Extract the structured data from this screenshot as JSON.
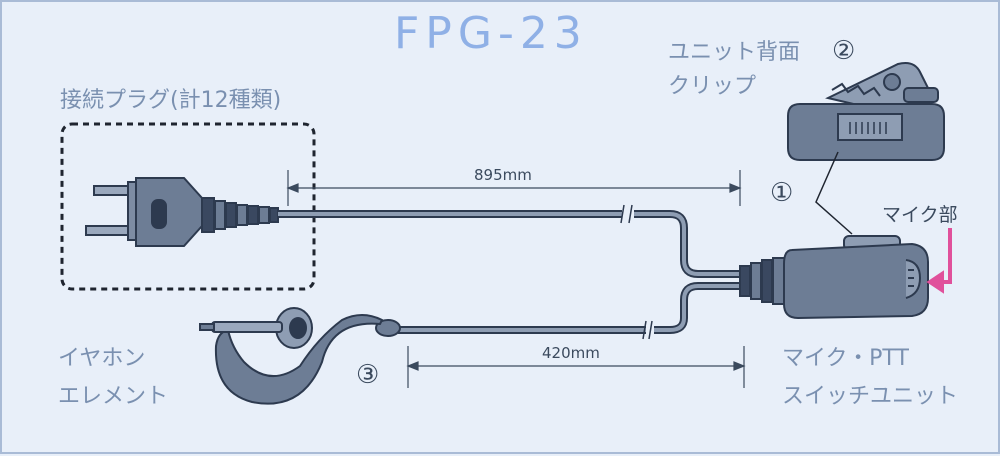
{
  "title": "FPG-23",
  "labels": {
    "plug": "接続プラグ(計12種類)",
    "clip_line1": "ユニット背面",
    "clip_line2": "クリップ",
    "mic_part": "マイク部",
    "earphone_line1": "イヤホン",
    "earphone_line2": "エレメント",
    "unit_line1": "マイク・PTT",
    "unit_line2": "スイッチユニット"
  },
  "markers": {
    "m1": "①",
    "m2": "②",
    "m3": "③"
  },
  "dimensions": {
    "upper": "895mm",
    "lower": "420mm"
  },
  "colors": {
    "outline": "#2d3a4f",
    "body": "#6d7d95",
    "body_light": "#8e9db3",
    "accent": "#e0509b",
    "title": "#8fb0e6",
    "label": "#7a90b0"
  }
}
